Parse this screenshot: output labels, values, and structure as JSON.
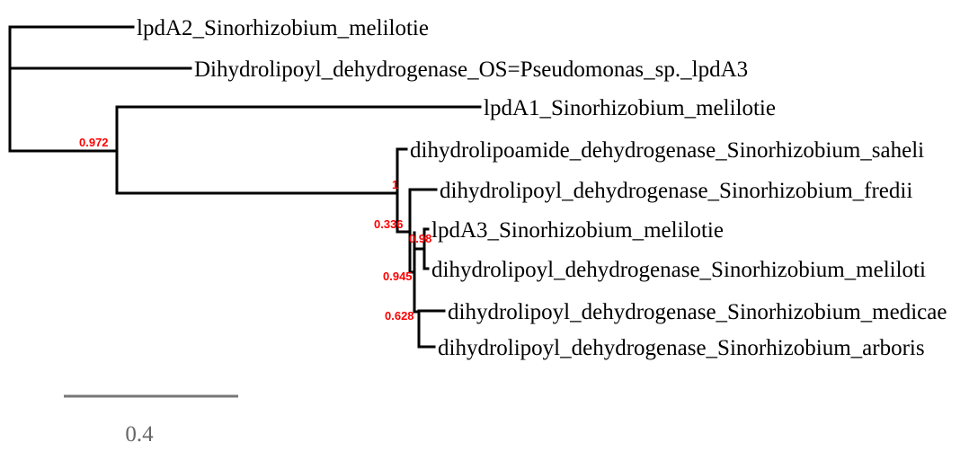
{
  "tree": {
    "leaves": [
      {
        "id": "l1",
        "label": "lpdA2_Sinorhizobium_melilotie"
      },
      {
        "id": "l2",
        "label": "Dihydrolipoyl_dehydrogenase_OS=Pseudomonas_sp._lpdA3"
      },
      {
        "id": "l3",
        "label": "lpdA1_Sinorhizobium_melilotie"
      },
      {
        "id": "l4",
        "label": "dihydrolipoamide_dehydrogenase_Sinorhizobium_saheli"
      },
      {
        "id": "l5",
        "label": "dihydrolipoyl_dehydrogenase_Sinorhizobium_fredii"
      },
      {
        "id": "l6",
        "label": "lpdA3_Sinorhizobium_melilotie"
      },
      {
        "id": "l7",
        "label": "dihydrolipoyl_dehydrogenase_Sinorhizobium_meliloti"
      },
      {
        "id": "l8",
        "label": "dihydrolipoyl_dehydrogenase_Sinorhizobium_medicae"
      },
      {
        "id": "l9",
        "label": "dihydrolipoyl_dehydrogenase_Sinorhizobium_arboris"
      }
    ],
    "support_values": [
      {
        "id": "s1",
        "value": "0.972"
      },
      {
        "id": "s2",
        "value": "1"
      },
      {
        "id": "s3",
        "value": "0.336"
      },
      {
        "id": "s4",
        "value": "0.98"
      },
      {
        "id": "s5",
        "value": "0.945"
      },
      {
        "id": "s6",
        "value": "0.628"
      }
    ]
  },
  "scale": {
    "label": "0.4"
  },
  "colors": {
    "branch": "#000000",
    "support": "#ff0000",
    "scale_bar": "#777777",
    "scale_text": "#666666"
  }
}
